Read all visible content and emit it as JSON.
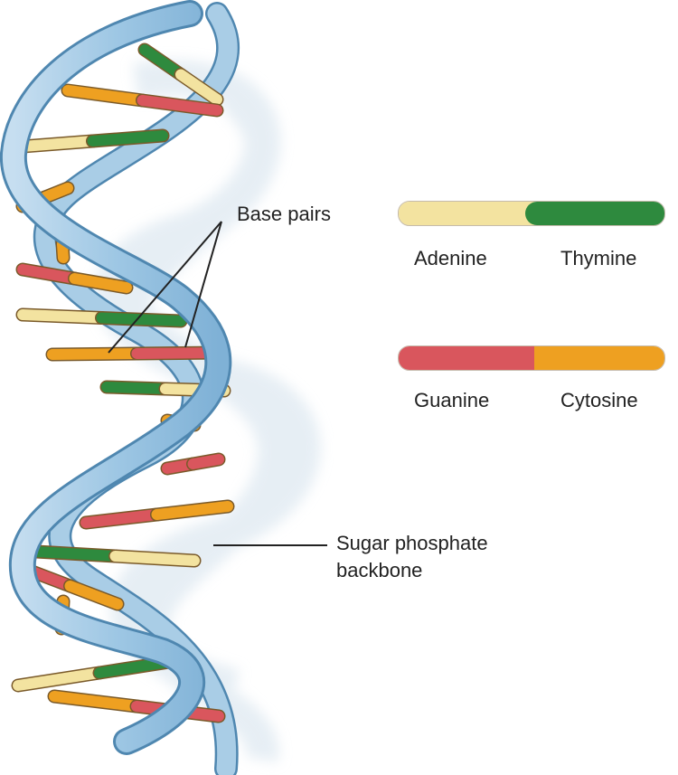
{
  "labels": {
    "base_pairs": "Base pairs",
    "backbone_line1": "Sugar phosphate",
    "backbone_line2": "backbone"
  },
  "legend": [
    {
      "left_name": "Adenine",
      "right_name": "Thymine",
      "left_color": "#f3e3a0",
      "right_color": "#2e8a3e"
    },
    {
      "left_name": "Guanine",
      "right_name": "Cytosine",
      "left_color": "#d9565d",
      "right_color": "#eea021"
    }
  ],
  "colors": {
    "backbone": "#9ec7e4",
    "backbone_edge": "#4f87b0",
    "shadow": "#dde7ef",
    "adenine": "#f3e3a0",
    "thymine": "#2e8a3e",
    "guanine": "#d9565d",
    "cytosine": "#eea021",
    "text": "#222222"
  }
}
